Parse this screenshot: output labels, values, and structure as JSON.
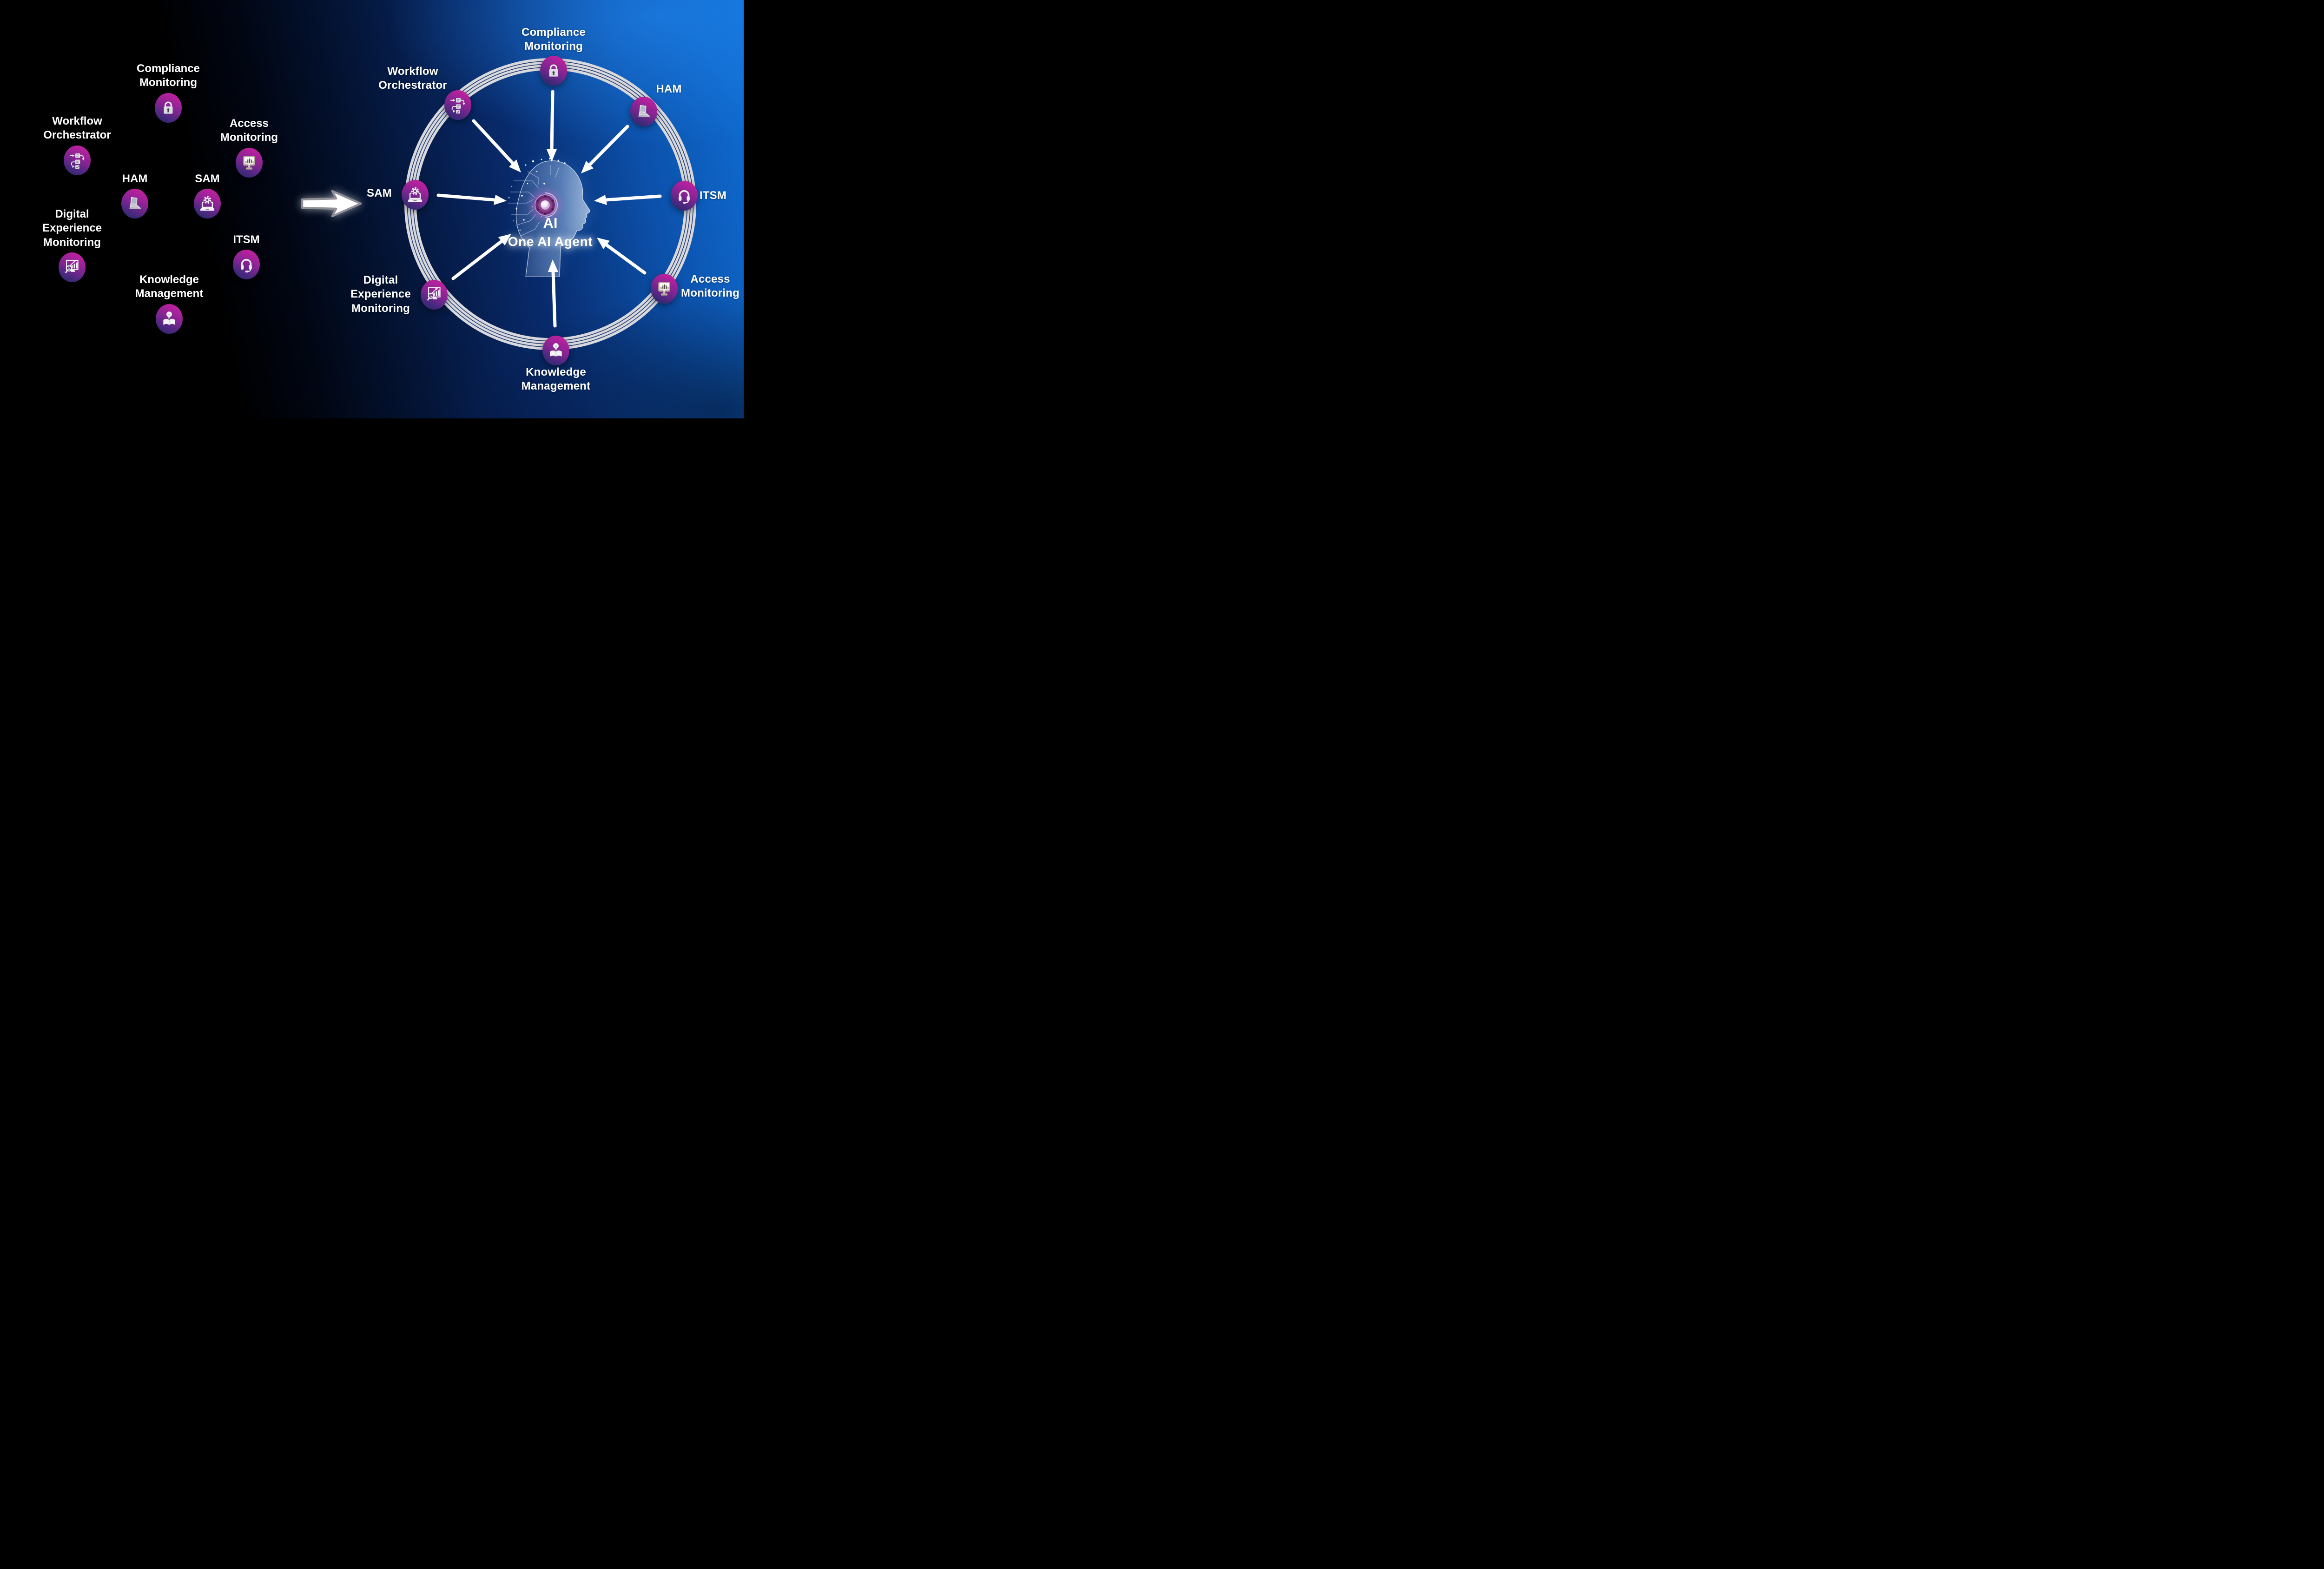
{
  "left_panel": {
    "items": [
      {
        "label": "Compliance Monitoring",
        "icon": "lock-icon"
      },
      {
        "label": "Workflow Orchestrator",
        "icon": "workflow-icon"
      },
      {
        "label": "Access Monitoring",
        "icon": "monitor-chart-icon"
      },
      {
        "label": "HAM",
        "icon": "laptop-icon"
      },
      {
        "label": "SAM",
        "icon": "gear-laptop-icon"
      },
      {
        "label": "Digital Experience Monitoring",
        "icon": "monitor-search-icon"
      },
      {
        "label": "ITSM",
        "icon": "headset-icon"
      },
      {
        "label": "Knowledge Management",
        "icon": "book-lightbulb-icon"
      }
    ]
  },
  "right_panel": {
    "items": [
      {
        "label": "Compliance Monitoring",
        "icon": "lock-icon"
      },
      {
        "label": "Workflow Orchestrator",
        "icon": "workflow-icon"
      },
      {
        "label": "HAM",
        "icon": "laptop-icon"
      },
      {
        "label": "SAM",
        "icon": "gear-laptop-icon"
      },
      {
        "label": "ITSM",
        "icon": "headset-icon"
      },
      {
        "label": "Digital Experience Monitoring",
        "icon": "monitor-search-icon"
      },
      {
        "label": "Access Monitoring",
        "icon": "monitor-chart-icon"
      },
      {
        "label": "Knowledge Management",
        "icon": "book-lightbulb-icon"
      }
    ],
    "center": {
      "ai_label": "AI",
      "caption": "One AI Agent"
    }
  },
  "colors": {
    "background_left": "#000000",
    "background_right_bright": "#0f6fd6",
    "background_right_deep": "#041538",
    "node_gradient_top": "#d0219f",
    "node_gradient_bottom": "#2b2464",
    "ring": "#d9d9dd",
    "ring_stripe": "#0a2a66",
    "arrow": "#ffffff",
    "core_purple": "#6e2a72"
  }
}
